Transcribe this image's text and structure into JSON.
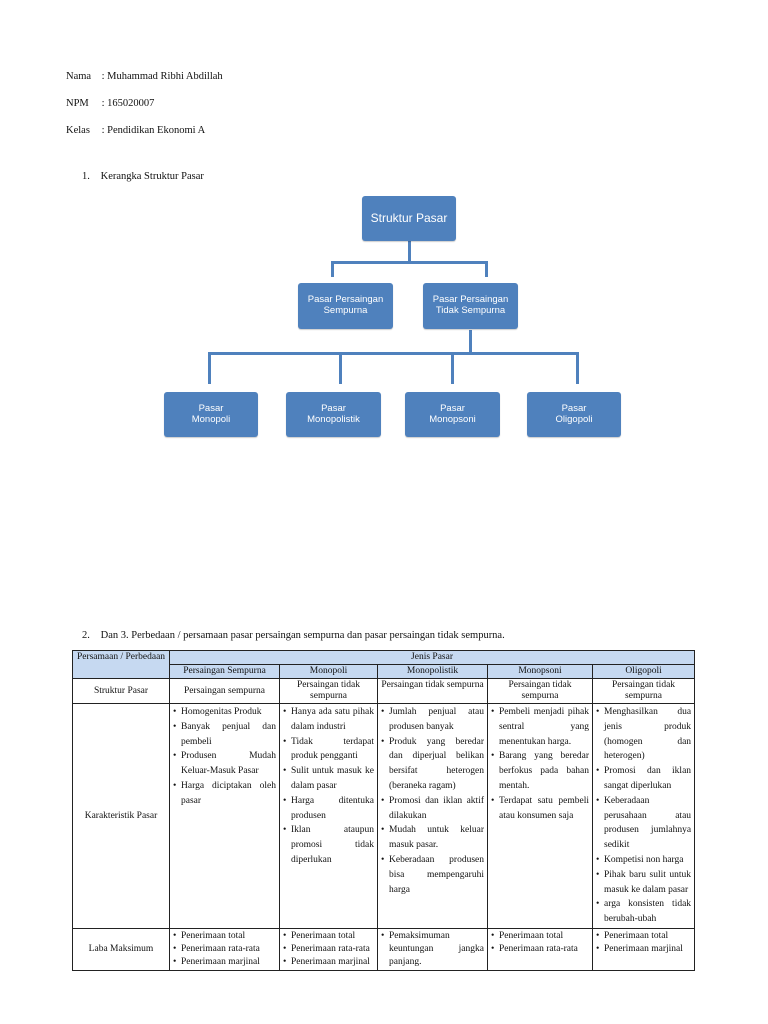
{
  "identity": {
    "name_label": "Nama",
    "name_value": ": Muhammad Ribhi Abdillah",
    "npm_label": "NPM",
    "npm_value": ": 165020007",
    "class_label": "Kelas",
    "class_value": ": Pendidikan Ekonomi A"
  },
  "section1": {
    "number": "1.",
    "title": "Kerangka Struktur Pasar"
  },
  "diagram": {
    "root": "Struktur Pasar",
    "level2_left": "Pasar Persaingan\nSempurna",
    "level2_right": "Pasar Persaingan\nTidak Sempurna",
    "leaves": [
      "Pasar\nMonopoli",
      "Pasar\nMonopolistik",
      "Pasar\nMonopsoni",
      "Pasar\nOligopoli"
    ],
    "node_color": "#4f81bd"
  },
  "section2": {
    "number": "2.",
    "title": "Dan 3. Perbedaan / persamaan pasar persaingan sempurna dan pasar persaingan tidak sempurna."
  },
  "table": {
    "corner_header": "Persamaan / Perbedaan",
    "group_header": "Jenis Pasar",
    "columns": [
      "Persaingan Sempurna",
      "Monopoli",
      "Monopolistik",
      "Monopsoni",
      "Oligopoli"
    ],
    "header_color": "#c6d9f1",
    "row_struktur": {
      "label": "Struktur Pasar",
      "cells": [
        "Persaingan sempurna",
        "Persaingan tidak sempurna",
        "Persaingan tidak sempurna",
        "Persaingan tidak sempurna",
        "Persaingan tidak sempurna"
      ]
    },
    "row_karakteristik": {
      "label": "Karakteristik Pasar",
      "cells": [
        [
          "Homogenitas Produk",
          "Banyak penjual dan pembeli",
          "Produsen Mudah Keluar-Masuk Pasar",
          "Harga diciptakan oleh pasar"
        ],
        [
          "Hanya ada satu pihak dalam industri",
          "Tidak terdapat produk pengganti",
          "Sulit untuk masuk ke dalam pasar",
          "Harga ditentuka produsen",
          "Iklan ataupun promosi tidak diperlukan"
        ],
        [
          "Jumlah penjual atau produsen banyak",
          "Produk yang beredar dan diperjual belikan bersifat heterogen (beraneka ragam)",
          "Promosi dan iklan aktif dilakukan",
          "Mudah untuk keluar masuk pasar.",
          "Keberadaan produsen bisa mempengaruhi harga"
        ],
        [
          "Pembeli menjadi pihak sentral yang menentukan harga.",
          "Barang yang beredar berfokus pada bahan mentah.",
          "Terdapat satu pembeli atau konsumen saja"
        ],
        [
          "Menghasilkan dua jenis produk (homogen dan heterogen)",
          "Promosi dan iklan sangat diperlukan",
          "Keberadaan perusahaan atau produsen jumlahnya sedikit",
          "Kompetisi non harga",
          "Pihak baru sulit untuk masuk ke dalam pasar",
          "arga konsisten tidak berubah-ubah"
        ]
      ]
    },
    "row_laba": {
      "label": "Laba Maksimum",
      "cells": [
        [
          "Penerimaan total",
          "Penerimaan rata-rata",
          "Penerimaan marjinal"
        ],
        [
          "Penerimaan total",
          "Penerimaan rata-rata",
          "Penerimaan marjinal"
        ],
        [
          "Pemaksimuman keuntungan jangka panjang."
        ],
        [
          "Penerimaan total",
          "Penerimaan rata-rata"
        ],
        [
          "Penerimaan total",
          "Penerimaan marjinal"
        ]
      ]
    }
  }
}
